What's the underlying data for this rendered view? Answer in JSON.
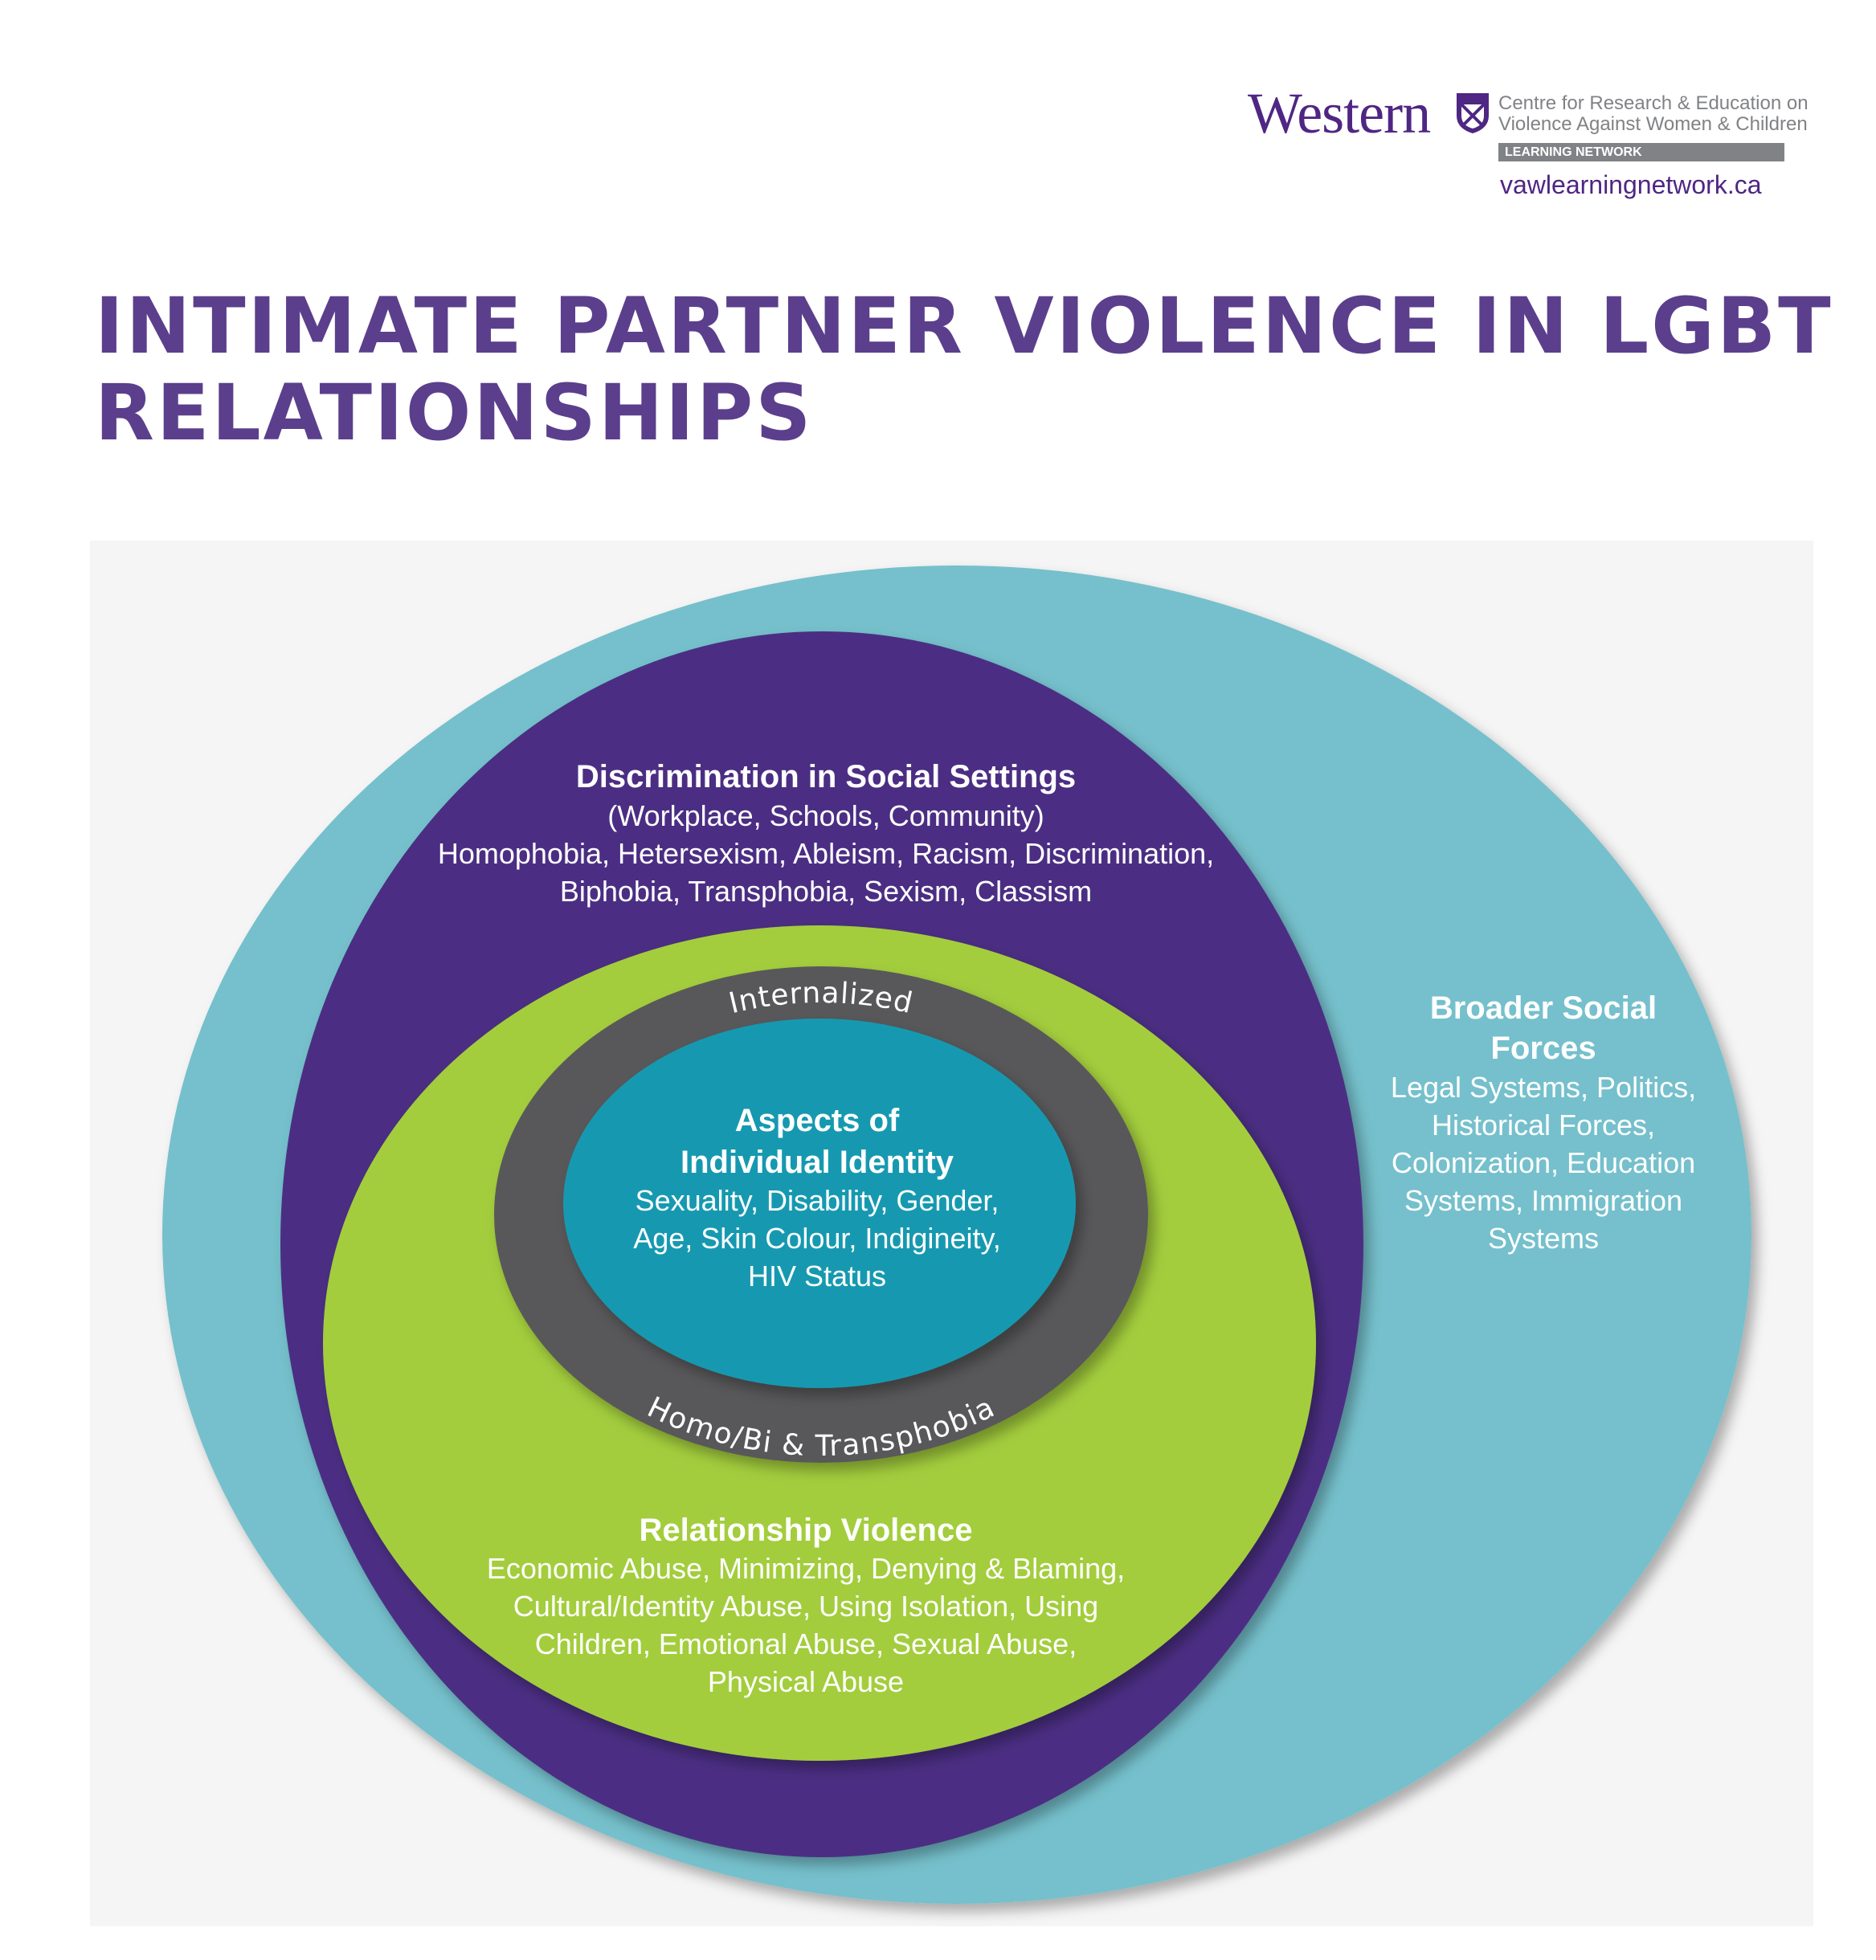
{
  "logo": {
    "wordmark": "Western",
    "centre_line1": "Centre for Research & Education on",
    "centre_line2": "Violence Against Women & Children",
    "network": "LEARNING NETWORK",
    "url": "vawlearningnetwork.ca"
  },
  "title": {
    "line1": "INTIMATE PARTNER VIOLENCE IN LGBT",
    "line2": "RELATIONSHIPS"
  },
  "colors": {
    "title": "#5b3f8c",
    "broader": "#74c0cc",
    "discrimination": "#4b2e83",
    "relationship": "#a3cd3c",
    "internalized": "#58585a",
    "identity": "#1899b0"
  },
  "diagram": {
    "broader": {
      "heading1": "Broader Social",
      "heading2": "Forces",
      "lines": [
        "Legal Systems, Politics,",
        "Historical Forces,",
        "Colonization, Education",
        "Systems, Immigration",
        "Systems"
      ]
    },
    "discrimination": {
      "heading": "Discrimination in Social Settings",
      "lines": [
        "(Workplace, Schools, Community)",
        "Homophobia, Hetersexism, Ableism, Racism, Discrimination,",
        "Biphobia, Transphobia, Sexism, Classism"
      ]
    },
    "relationship": {
      "heading": "Relationship Violence",
      "lines": [
        "Economic Abuse, Minimizing, Denying & Blaming,",
        "Cultural/Identity Abuse, Using Isolation, Using",
        "Children, Emotional Abuse, Sexual Abuse,",
        "Physical Abuse"
      ]
    },
    "ring": {
      "top": "Internalized",
      "bottom": "Homo/Bi & Transphobia"
    },
    "identity": {
      "heading1": "Aspects of",
      "heading2": "Individual Identity",
      "lines": [
        "Sexuality, Disability, Gender,",
        "Age, Skin Colour, Indigineity,",
        "HIV Status"
      ]
    }
  }
}
